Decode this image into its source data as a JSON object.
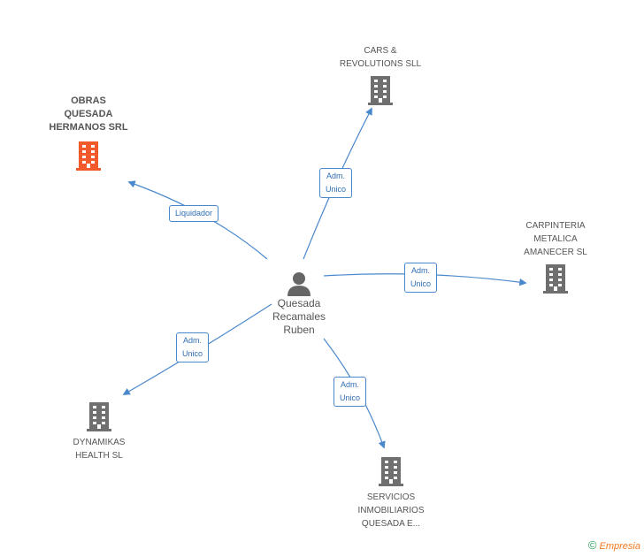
{
  "person": {
    "name": "Quesada\nRecamales\nRuben"
  },
  "companies": {
    "obras": {
      "name": "OBRAS\nQUESADA\nHERMANOS SRL"
    },
    "cars": {
      "name": "CARS &\nREVOLUTIONS SLL"
    },
    "carpinteria": {
      "name": "CARPINTERIA\nMETALICA\nAMANECER SL"
    },
    "dynamikas": {
      "name": "DYNAMIKAS\nHEALTH SL"
    },
    "servicios": {
      "name": "SERVICIOS\nINMOBILIARIOS\nQUESADA E..."
    }
  },
  "relations": {
    "obras": "Liquidador",
    "cars": "Adm.\nUnico",
    "carpinteria": "Adm.\nUnico",
    "dynamikas": "Adm.\nUnico",
    "servicios": "Adm.\nUnico"
  },
  "colors": {
    "highlight": "#f25a2c",
    "building": "#6f6f6f",
    "edge": "#4a88cc",
    "person": "#666666"
  },
  "footer": {
    "copyright": "©",
    "brand": "Empresia"
  }
}
